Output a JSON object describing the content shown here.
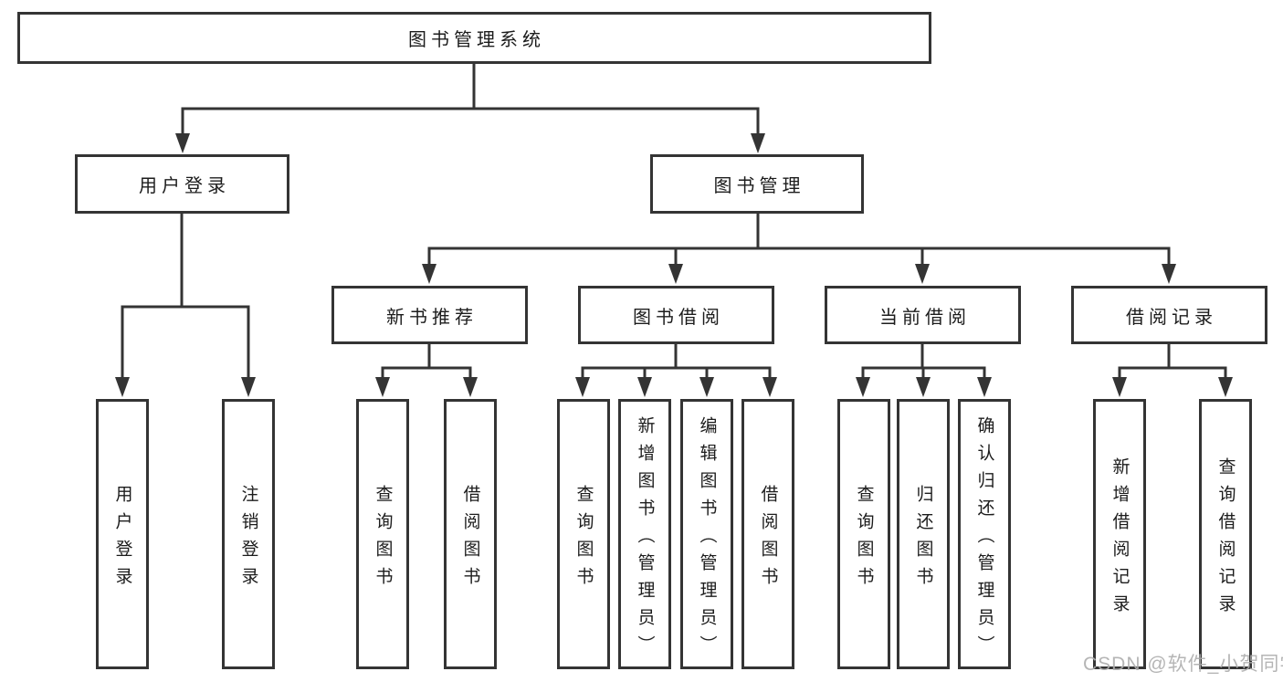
{
  "diagram": {
    "root": {
      "label": "图书管理系统",
      "children": [
        {
          "label": "用户登录",
          "children": [
            {
              "label": "用户登录"
            },
            {
              "label": "注销登录"
            }
          ]
        },
        {
          "label": "图书管理",
          "children": [
            {
              "label": "新书推荐",
              "children": [
                {
                  "label": "查询图书"
                },
                {
                  "label": "借阅图书"
                }
              ]
            },
            {
              "label": "图书借阅",
              "children": [
                {
                  "label": "查询图书"
                },
                {
                  "label": "新增图书（管理员）"
                },
                {
                  "label": "编辑图书（管理员）"
                },
                {
                  "label": "借阅图书"
                }
              ]
            },
            {
              "label": "当前借阅",
              "children": [
                {
                  "label": "查询图书"
                },
                {
                  "label": "归还图书"
                },
                {
                  "label": "确认归还（管理员）"
                }
              ]
            },
            {
              "label": "借阅记录",
              "children": [
                {
                  "label": "新增借阅记录"
                },
                {
                  "label": "查询借阅记录"
                }
              ]
            }
          ]
        }
      ]
    }
  },
  "watermark": {
    "text": "CSDN @软件_小贺同学"
  },
  "colors": {
    "line": "#343434",
    "text": "#1c1c1c",
    "watermark": "#aeaeae",
    "background": "#ffffff"
  }
}
